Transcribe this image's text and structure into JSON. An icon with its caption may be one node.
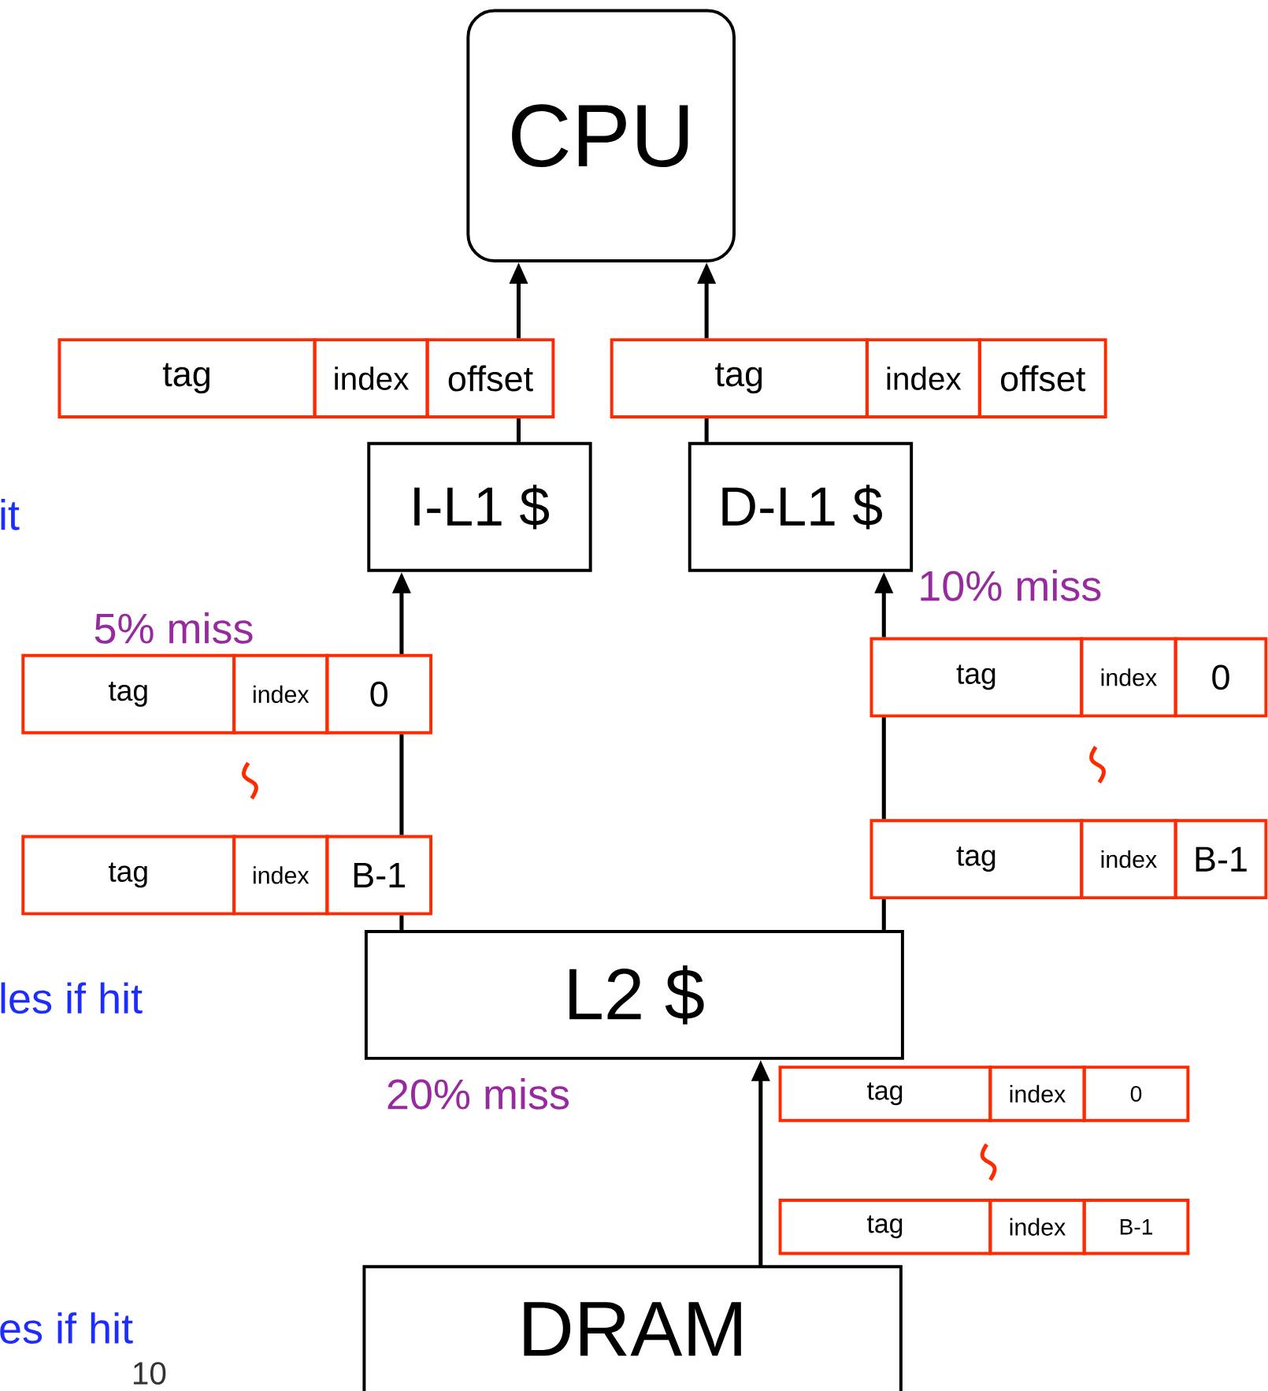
{
  "diagram": {
    "nodes": [
      {
        "text": [
          "CPU"
        ]
      },
      {
        "text": [
          "tag"
        ]
      },
      {
        "text": [
          "index"
        ]
      },
      {
        "text": [
          "offset"
        ]
      },
      {
        "text": [
          "tag"
        ]
      },
      {
        "text": [
          "index"
        ]
      },
      {
        "text": [
          "offset"
        ]
      },
      {
        "text": [
          "I-L1 $"
        ]
      },
      {
        "text": [
          "D-L1 $"
        ]
      },
      {
        "text": [
          "tag"
        ]
      },
      {
        "text": [
          "index"
        ]
      },
      {
        "text": [
          "0"
        ]
      },
      {
        "text": [
          "tag"
        ]
      },
      {
        "text": [
          "index"
        ]
      },
      {
        "text": [
          "0"
        ]
      },
      {
        "text": [
          "tag"
        ]
      },
      {
        "text": [
          "index"
        ]
      },
      {
        "text": [
          "B-1"
        ]
      },
      {
        "text": [
          "tag"
        ]
      },
      {
        "text": [
          "index"
        ]
      },
      {
        "text": [
          "B-1"
        ]
      },
      {
        "text": [
          "L2 $"
        ]
      },
      {
        "text": [
          "tag"
        ]
      },
      {
        "text": [
          "index"
        ]
      },
      {
        "text": [
          "0"
        ]
      },
      {
        "text": [
          "tag"
        ]
      },
      {
        "text": [
          "index"
        ]
      },
      {
        "text": [
          "B-1"
        ]
      },
      {
        "text": [
          "DRAM"
        ]
      }
    ],
    "edges": [
      {
        "from": 7,
        "to": 3,
        "arrow": "none"
      },
      {
        "from": 3,
        "to": 0,
        "arrow": "to"
      },
      {
        "from": 8,
        "to": 4,
        "arrow": "none"
      },
      {
        "from": 4,
        "to": 0,
        "arrow": "to"
      },
      {
        "from": 21,
        "to": 17,
        "arrow": "none"
      },
      {
        "from": 17,
        "to": 11,
        "arrow": "none"
      },
      {
        "from": 11,
        "to": 7,
        "arrow": "to"
      },
      {
        "from": 21,
        "to": 18,
        "arrow": "none"
      },
      {
        "from": 18,
        "to": 12,
        "arrow": "none"
      },
      {
        "from": 12,
        "to": 8,
        "arrow": "to"
      },
      {
        "from": 28,
        "to": 21,
        "arrow": "to"
      }
    ],
    "labels": [
      "it",
      "10% miss",
      "5% miss",
      "les if hit",
      "20% miss",
      "es if hit",
      "10"
    ]
  }
}
